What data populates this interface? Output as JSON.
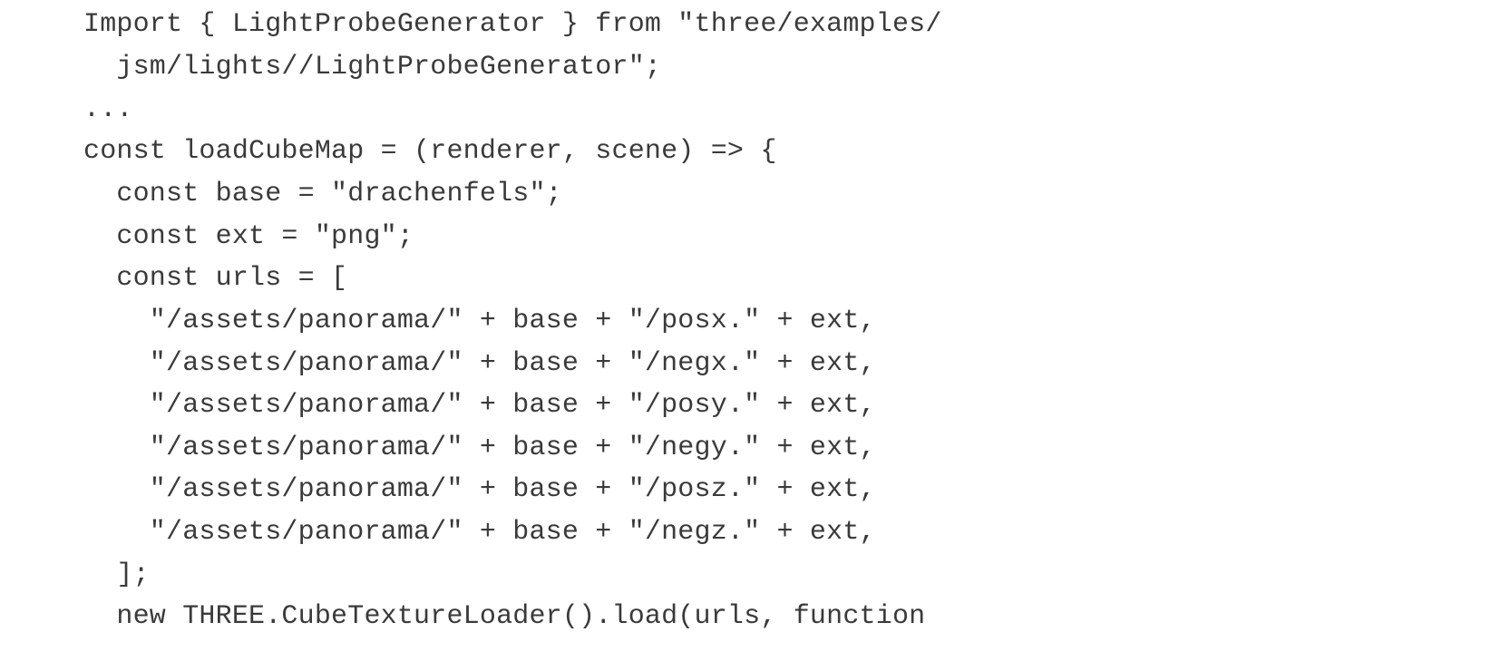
{
  "code": {
    "lines": [
      "Import { LightProbeGenerator } from \"three/examples/",
      "  jsm/lights//LightProbeGenerator\";",
      "...",
      "const loadCubeMap = (renderer, scene) => {",
      "  const base = \"drachenfels\";",
      "  const ext = \"png\";",
      "  const urls = [",
      "    \"/assets/panorama/\" + base + \"/posx.\" + ext,",
      "    \"/assets/panorama/\" + base + \"/negx.\" + ext,",
      "    \"/assets/panorama/\" + base + \"/posy.\" + ext,",
      "    \"/assets/panorama/\" + base + \"/negy.\" + ext,",
      "    \"/assets/panorama/\" + base + \"/posz.\" + ext,",
      "    \"/assets/panorama/\" + base + \"/negz.\" + ext,",
      "  ];",
      "  new THREE.CubeTextureLoader().load(urls, function"
    ]
  }
}
